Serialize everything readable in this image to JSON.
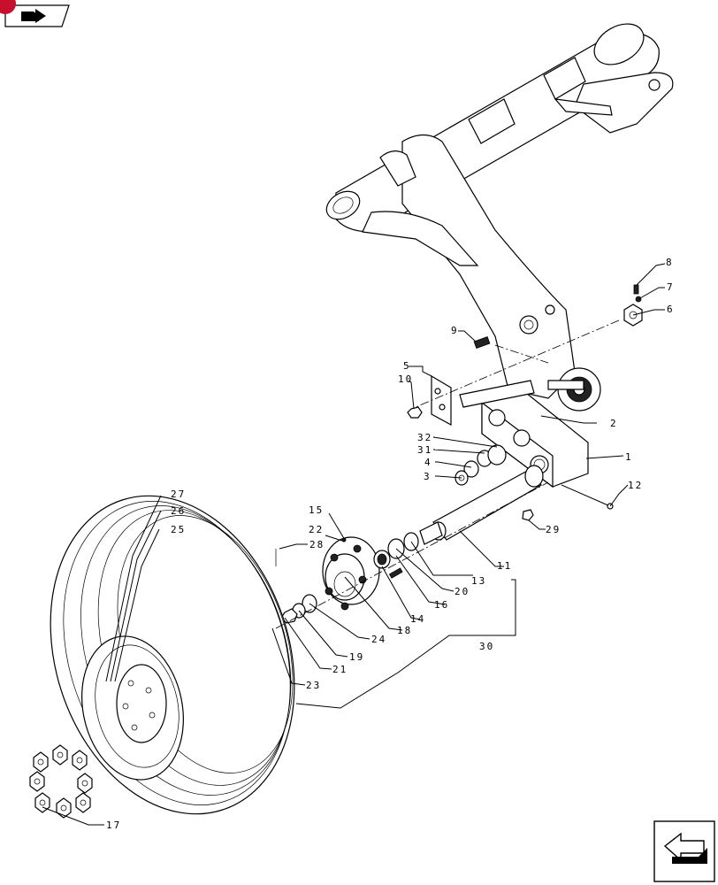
{
  "callouts": {
    "c1": "1",
    "c2": "2",
    "c3": "3",
    "c4": "4",
    "c5": "5",
    "c6": "6",
    "c7": "7",
    "c8": "8",
    "c9": "9",
    "c10": "10",
    "c11": "11",
    "c12": "12",
    "c13": "13",
    "c14": "14",
    "c15": "15",
    "c16": "16",
    "c17": "17",
    "c18": "18",
    "c19": "19",
    "c20": "20",
    "c21": "21",
    "c22": "22",
    "c23": "23",
    "c24": "24",
    "c25": "25",
    "c26": "26",
    "c27": "27",
    "c28": "28",
    "c29": "29",
    "c30": "30",
    "c31": "31",
    "c32": "32"
  },
  "toolbar": {
    "badge_color": "#c8102e",
    "top_icon": "book-with-arrow-icon",
    "bottom_icon": "next-page-arrow-icon"
  }
}
